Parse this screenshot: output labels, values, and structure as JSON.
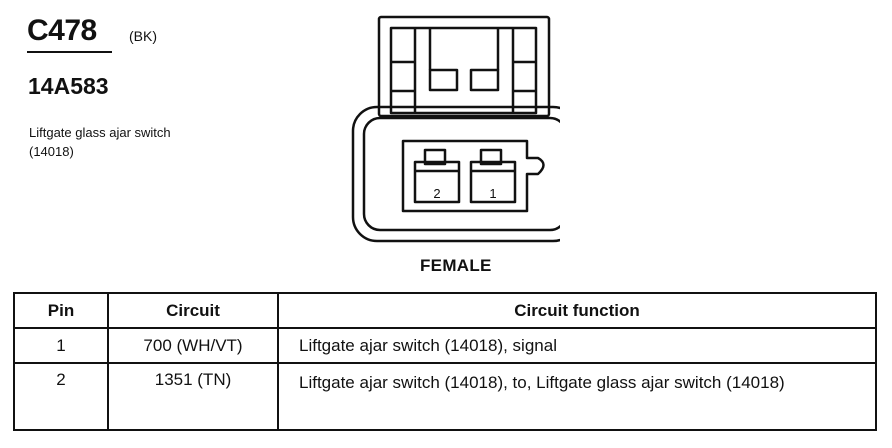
{
  "connector": {
    "id": "C478",
    "color": "(BK)",
    "part_number": "14A583",
    "description": "Liftgate glass ajar switch (14018)"
  },
  "diagram": {
    "pin_labels": [
      "2",
      "1"
    ],
    "gender": "FEMALE"
  },
  "table": {
    "headers": [
      "Pin",
      "Circuit",
      "Circuit function"
    ],
    "rows": [
      {
        "pin": "1",
        "circuit": "700 (WH/VT)",
        "function": "Liftgate ajar switch (14018), signal"
      },
      {
        "pin": "2",
        "circuit": "1351 (TN)",
        "function": "Liftgate ajar switch (14018), to, Liftgate glass ajar switch (14018)"
      }
    ]
  }
}
